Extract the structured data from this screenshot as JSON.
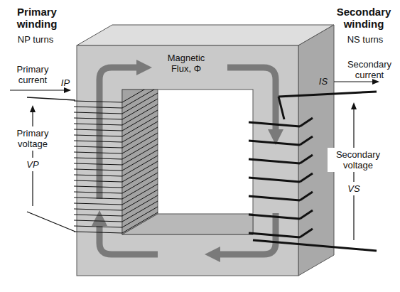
{
  "diagram": {
    "labels": [
      "Primary winding",
      "NP turns",
      "Primary current",
      "IP",
      "Primary voltage",
      "VP",
      "Magnetic Flux, Φ",
      "Secondary winding",
      "NS turns",
      "Secondary current",
      "IS",
      "Secondary voltage",
      "VS"
    ]
  }
}
